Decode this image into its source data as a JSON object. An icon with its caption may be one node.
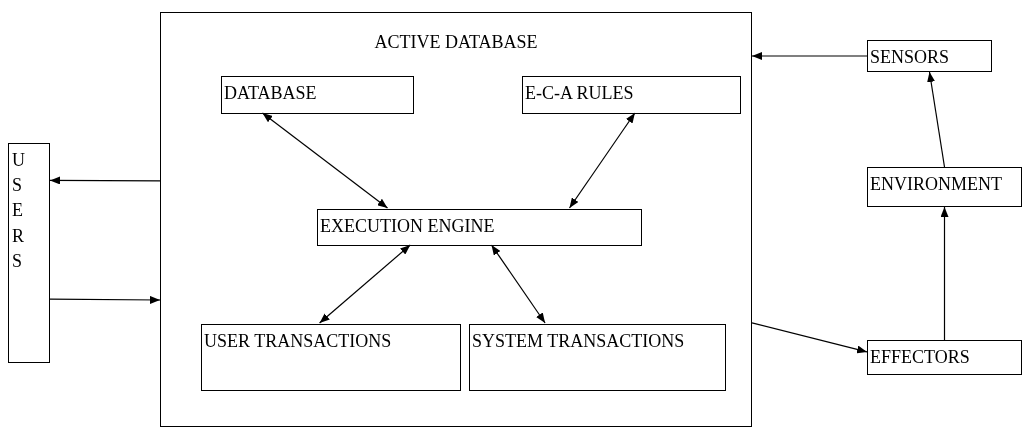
{
  "diagram": {
    "nodes": [
      {
        "text": [
          "ACTIVE DATABASE"
        ]
      },
      {
        "text": [
          "DATABASE"
        ],
        "in": 0
      },
      {
        "text": [
          "E-C-A RULES"
        ],
        "in": 0
      },
      {
        "text": [
          "EXECUTION ENGINE"
        ],
        "in": 0
      },
      {
        "text": [
          "USER TRANSACTIONS"
        ],
        "in": 0
      },
      {
        "text": [
          "SYSTEM TRANSACTIONS"
        ],
        "in": 0
      },
      {
        "text": [
          "USERS"
        ]
      },
      {
        "text": [
          "SENSORS"
        ]
      },
      {
        "text": [
          "ENVIRONMENT"
        ]
      },
      {
        "text": [
          "EFFECTORS"
        ]
      }
    ],
    "edges": [
      {
        "from": 1,
        "to": 3,
        "arrow": "both"
      },
      {
        "from": 2,
        "to": 3,
        "arrow": "both"
      },
      {
        "from": 3,
        "to": 4,
        "arrow": "both"
      },
      {
        "from": 3,
        "to": 5,
        "arrow": "both"
      },
      {
        "from": 0,
        "to": 6,
        "arrow": "to"
      },
      {
        "from": 6,
        "to": 0,
        "arrow": "to"
      },
      {
        "from": 7,
        "to": 0,
        "arrow": "to"
      },
      {
        "from": 9,
        "to": 8,
        "arrow": "to"
      },
      {
        "from": 8,
        "to": 7,
        "arrow": "to"
      },
      {
        "from": 0,
        "to": 9,
        "arrow": "to"
      }
    ]
  }
}
